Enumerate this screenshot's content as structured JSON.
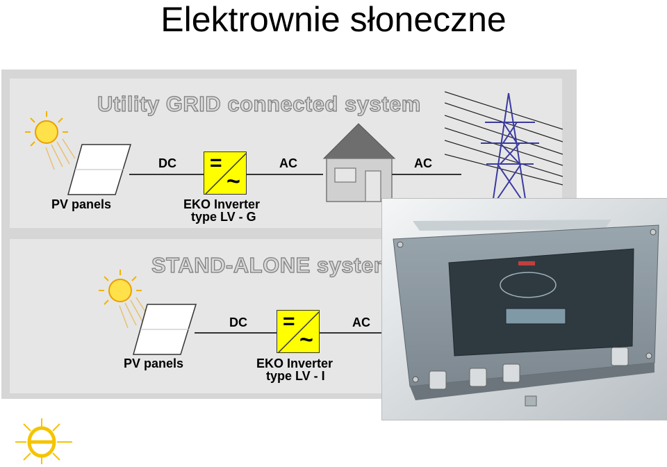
{
  "title": "Elektrownie słoneczne",
  "grid_system": {
    "heading": "Utility GRID connected system",
    "dc_label": "DC",
    "ac_label_1": "AC",
    "ac_label_2": "AC",
    "pv_label": "PV panels",
    "inverter_label_1": "EKO Inverter",
    "inverter_label_2": "type LV - G",
    "inverter_top": "=",
    "inverter_bottom": "~"
  },
  "stand_alone_system": {
    "heading": "STAND-ALONE system",
    "dc_label": "DC",
    "ac_label": "AC",
    "pv_label": "PV panels",
    "inverter_label_1": "EKO Inverter",
    "inverter_label_2": "type LV - I",
    "inverter_top": "=",
    "inverter_bottom": "~"
  },
  "colors": {
    "inverter_fill": "#ffff00",
    "sun_fill": "#ffe14a",
    "box_background": "#e6e6e6",
    "logo_yellow": "#f5c400"
  },
  "icons": [
    "sun-icon",
    "pv-panel-icon",
    "inverter-icon",
    "house-icon",
    "power-pylon-icon",
    "inverter-device-photo",
    "logo-icon"
  ]
}
